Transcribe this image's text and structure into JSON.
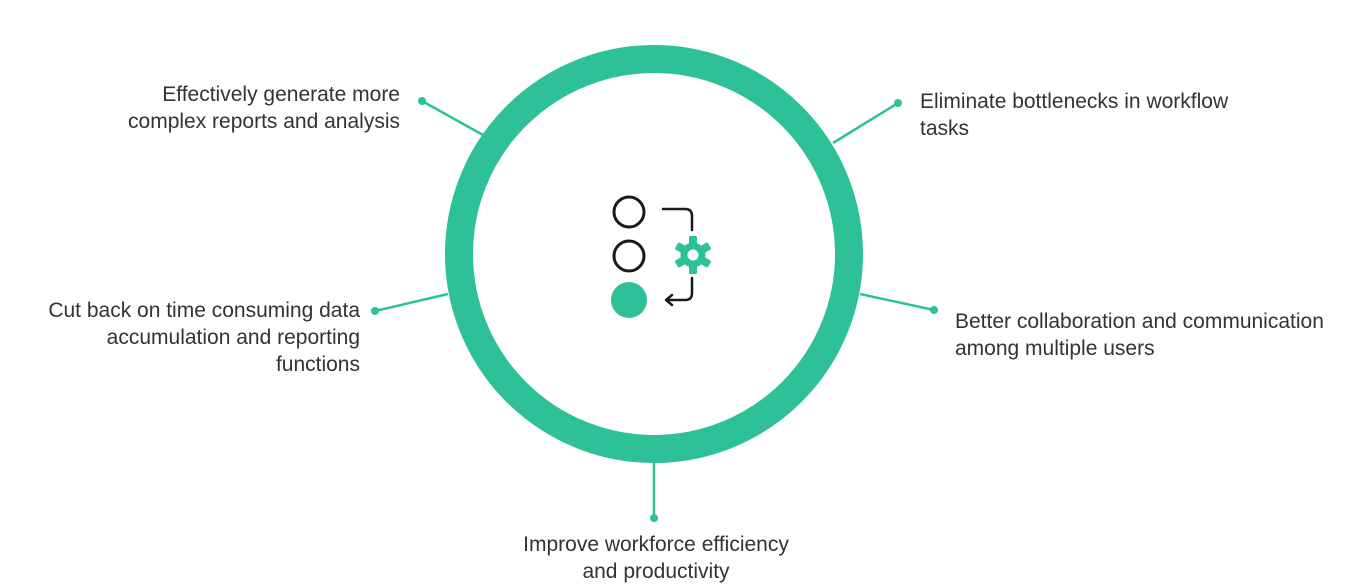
{
  "colors": {
    "accent": "#2ec197",
    "icon_dark": "#1a1a1a",
    "text": "#333333",
    "background": "#ffffff"
  },
  "center_icon": {
    "name": "workflow-automation-icon"
  },
  "benefits": [
    {
      "id": "reports",
      "lines": [
        "Effectively generate more",
        "complex reports and analysis"
      ]
    },
    {
      "id": "bottlenecks",
      "lines": [
        "Eliminate bottlenecks in workflow",
        "tasks"
      ]
    },
    {
      "id": "data",
      "lines": [
        "Cut back on time consuming data",
        "accumulation and reporting",
        "functions"
      ]
    },
    {
      "id": "collab",
      "lines": [
        "Better collaboration and communication",
        "among multiple users"
      ]
    },
    {
      "id": "efficiency",
      "lines": [
        "Improve workforce efficiency",
        "and productivity"
      ]
    }
  ]
}
